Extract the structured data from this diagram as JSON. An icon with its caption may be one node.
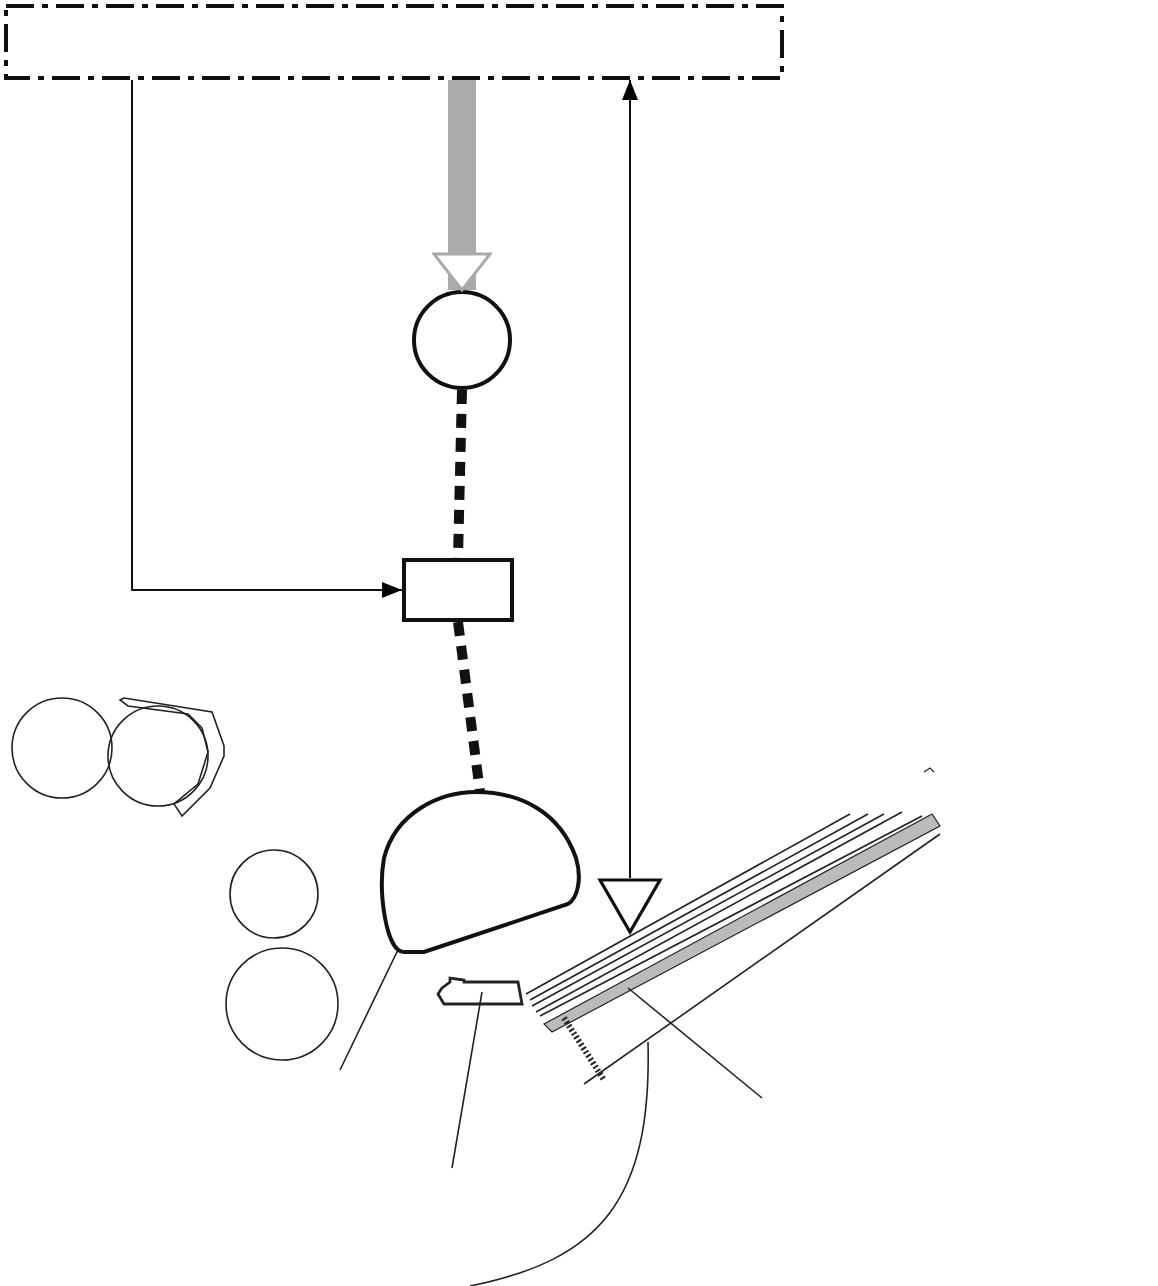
{
  "diagram": {
    "nodes": [
      {
        "text": [],
        "shape": "box"
      },
      {
        "text": [],
        "shape": "circle"
      },
      {
        "text": [],
        "shape": "box"
      },
      {
        "text": [],
        "shape": "roller"
      },
      {
        "text": [],
        "shape": "triangle"
      }
    ],
    "edges": [
      {
        "from": 0,
        "to": 2,
        "arrow": "to"
      },
      {
        "from": 0,
        "to": 1,
        "arrow": "to",
        "style": "thick",
        "color": "#aaaaaa"
      },
      {
        "from": 1,
        "to": 2,
        "arrow": "none",
        "style": "dashed"
      },
      {
        "from": 2,
        "to": 3,
        "arrow": "none",
        "style": "dashed"
      },
      {
        "from": 4,
        "to": 0,
        "arrow": "to"
      }
    ]
  }
}
